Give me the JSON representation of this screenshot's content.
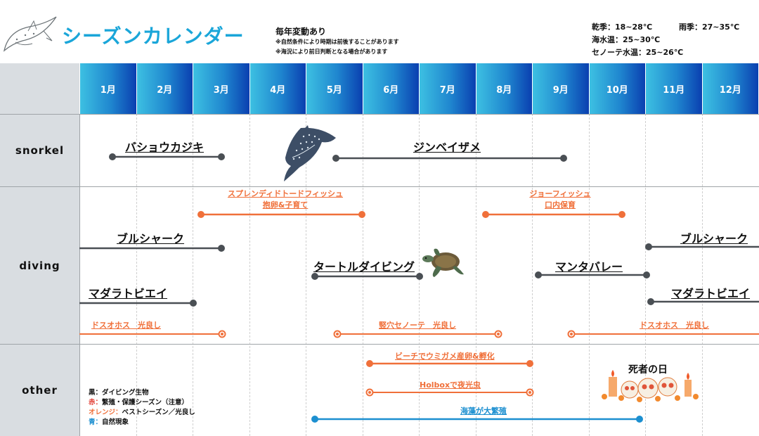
{
  "header": {
    "title": "シーズンカレンダー",
    "note_main": "毎年変動あり",
    "note_1": "※自然条件により時期は前後することがあります",
    "note_2": "※海況により前日判断となる場合があります",
    "climate": {
      "dry": "乾季：18~28℃",
      "rainy": "雨季：27~35℃",
      "sea_temp": "海水温：25~30℃",
      "cenote_temp": "セノーテ水温：25~26℃"
    }
  },
  "months": [
    "1月",
    "2月",
    "3月",
    "4月",
    "5月",
    "6月",
    "7月",
    "8月",
    "9月",
    "10月",
    "11月",
    "12月"
  ],
  "rows": {
    "snorkel": "snorkel",
    "diving": "diving",
    "other": "other"
  },
  "events": {
    "sailfish": "バショウカジキ",
    "whale_shark": "ジンベイザメ",
    "splendid_toadfish_1": "スプレンディドトードフィッシュ",
    "splendid_toadfish_2": "抱卵&子育て",
    "jawfish_1": "ジョーフィッシュ",
    "jawfish_2": "口内保育",
    "bull_shark_a": "ブルシャーク",
    "bull_shark_b": "ブルシャーク",
    "turtle_diving": "タートルダイビング",
    "manta_valley": "マンタバレー",
    "eagle_ray_a": "マダラトビエイ",
    "eagle_ray_b": "マダラトビエイ",
    "dos_ojos_a": "ドスオホス　光良し",
    "cenote_pit": "竪穴セノーテ　光良し",
    "dos_ojos_b": "ドスオホス　光良し",
    "beach_turtles": "ビーチでウミガメ産卵&孵化",
    "holbox": "Holboxで夜光虫",
    "seaweed": "海藻が大繁殖",
    "day_of_dead": "死者の日"
  },
  "legend": {
    "black": "黒：ダイビング生物",
    "red_key": "赤：",
    "red_val": "繁殖・保護シーズン（注意）",
    "orange_key": "オレンジ：",
    "orange_val": "ベストシーズン／光良し",
    "blue_key": "青：",
    "blue_val": "自然現象"
  },
  "colors": {
    "black_line": "#4a4f54",
    "orange_line": "#f0703a",
    "blue_line": "#1c8fd0",
    "month_header_start": "#3dc0e2",
    "month_header_end": "#0a3fb0",
    "row_label_bg": "#d9dde1",
    "title": "#1aa6d9"
  },
  "icons": {
    "logo": "whale-shark-sketch-icon",
    "whale_shark": "whale-shark-icon",
    "turtle": "sea-turtle-icon",
    "day_of_dead": "sugar-skull-candles-icon"
  }
}
